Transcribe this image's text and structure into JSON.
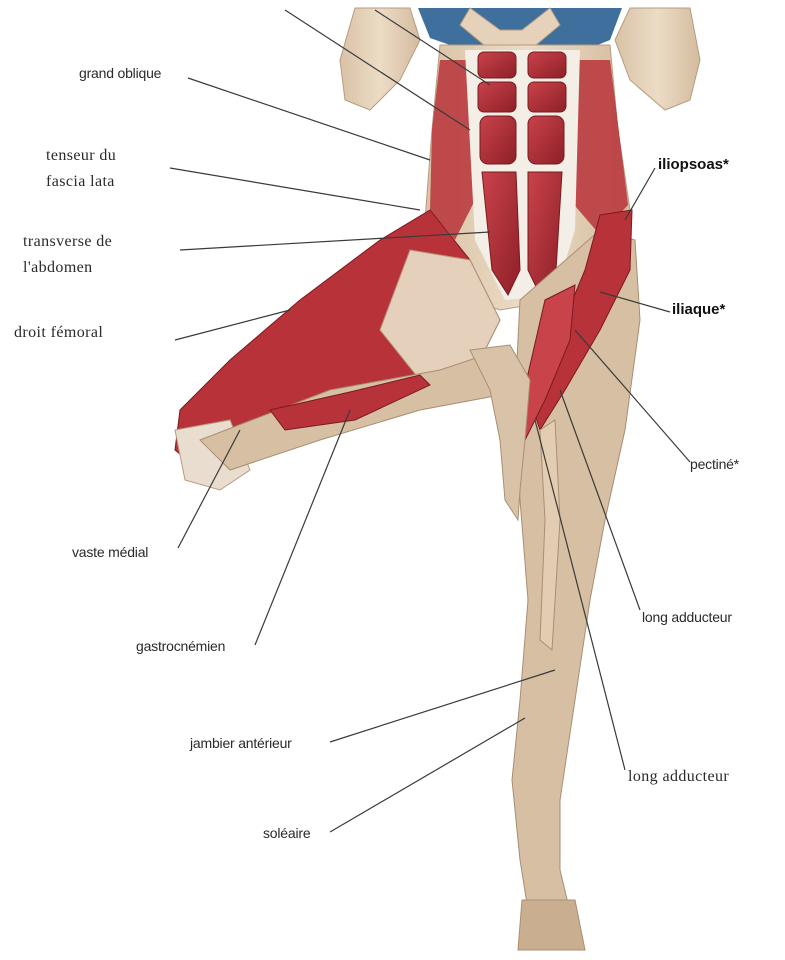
{
  "labels": {
    "grand_oblique": "grand oblique",
    "tenseur_line1": "tenseur du",
    "tenseur_line2": "fascia lata",
    "transverse_line1": "transverse de",
    "transverse_line2": "l'abdomen",
    "droit_femoral": "droit fémoral",
    "vaste_medial": "vaste médial",
    "gastrocnemien": "gastrocnémien",
    "jambier_anterieur": "jambier antérieur",
    "soleaire": "soléaire",
    "iliopsoas": "iliopsoas*",
    "iliaque": "iliaque*",
    "pectine": "pectiné*",
    "long_adducteur_1": "long adducteur",
    "long_adducteur_2": "long adducteur"
  },
  "colors": {
    "skin": "#ead7c0",
    "skin_shadow": "#cdb296",
    "muscle": "#b8323a",
    "muscle_dark": "#8e1f27",
    "muscle_light": "#d8626a",
    "tendon": "#f3eee6",
    "top": "#3f6f9c",
    "leader": "#3a3a3a"
  }
}
